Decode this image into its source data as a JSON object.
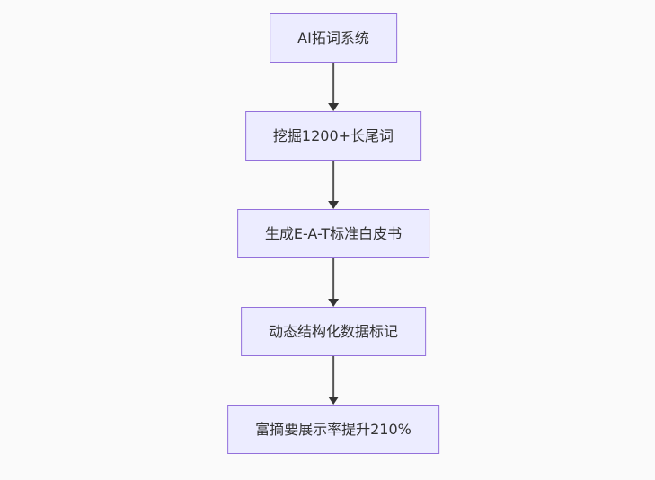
{
  "page": {
    "background_color": "#fafafa"
  },
  "diagram": {
    "type": "flowchart",
    "direction": "top-down",
    "nodes": [
      {
        "id": "n1",
        "label": "AI拓词系统"
      },
      {
        "id": "n2",
        "label": "挖掘1200+长尾词"
      },
      {
        "id": "n3",
        "label": "生成E-A-T标准白皮书"
      },
      {
        "id": "n4",
        "label": "动态结构化数据标记"
      },
      {
        "id": "n5",
        "label": "富摘要展示率提升210%"
      }
    ],
    "edges": [
      {
        "from": "n1",
        "to": "n2"
      },
      {
        "from": "n2",
        "to": "n3"
      },
      {
        "from": "n3",
        "to": "n4"
      },
      {
        "from": "n4",
        "to": "n5"
      }
    ],
    "colors": {
      "node_fill": "#ECECFF",
      "node_border": "#9370DB",
      "arrow_line": "#555555",
      "arrow_head": "#333333",
      "text": "#333333"
    }
  }
}
